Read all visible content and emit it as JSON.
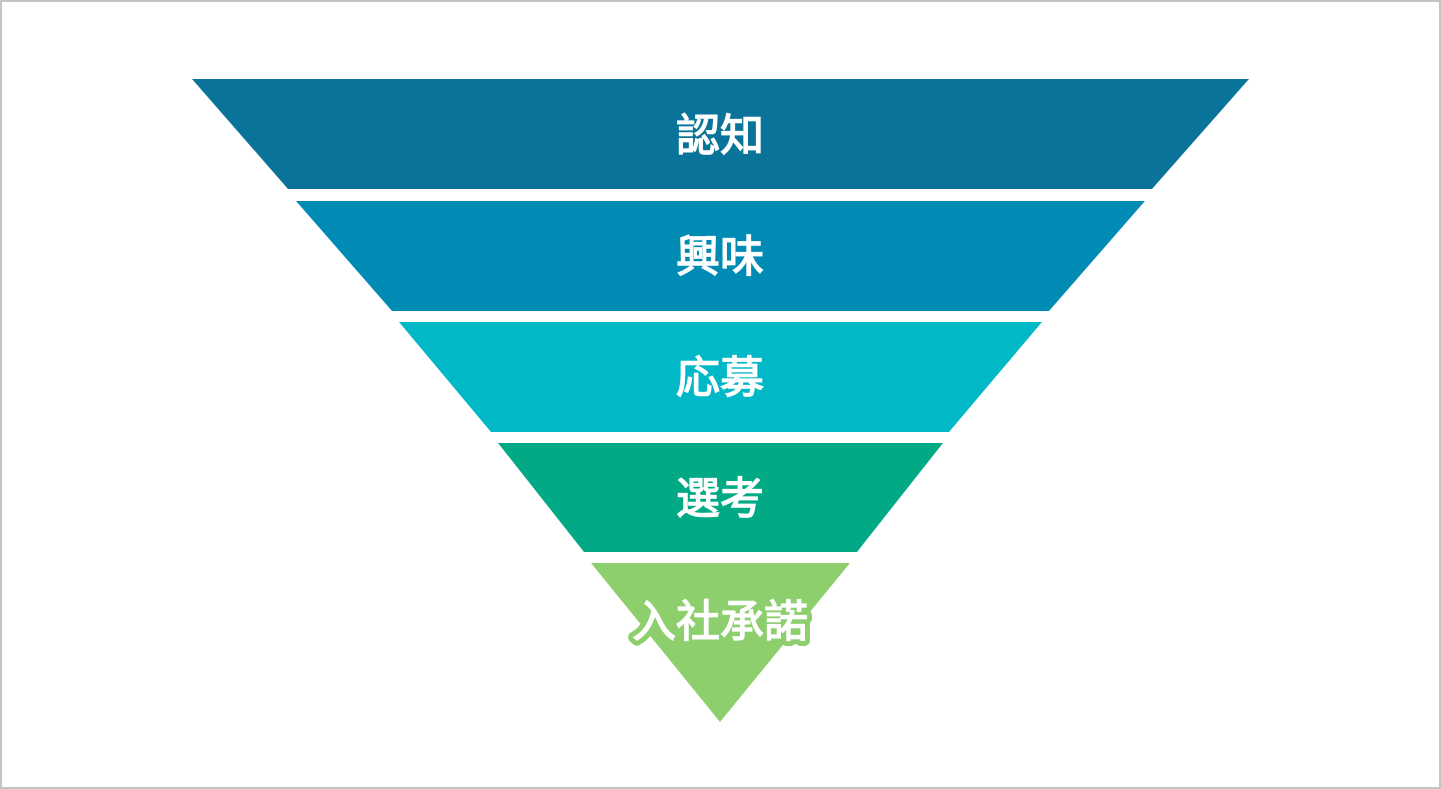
{
  "funnel": {
    "stages": [
      {
        "label": "認知",
        "color": "#0a7399"
      },
      {
        "label": "興味",
        "color": "#008bb5"
      },
      {
        "label": "応募",
        "color": "#00b8c6"
      },
      {
        "label": "選考",
        "color": "#01aa84"
      },
      {
        "label": "入社承諾",
        "color": "#8ccf6c"
      }
    ]
  }
}
